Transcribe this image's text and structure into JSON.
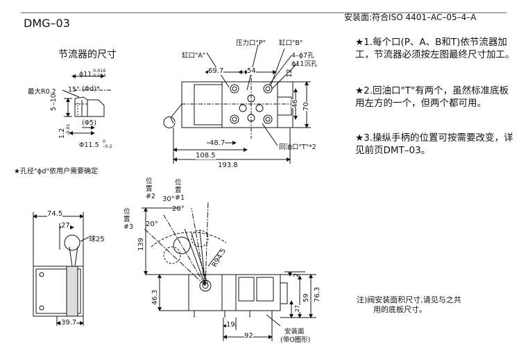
{
  "header": {
    "model": "DMG–03",
    "mounting": "安装面:符合ISO 4401–AC–05–4–A"
  },
  "orifice_detail": {
    "title": "节流器的尺寸",
    "phi11": "ϕ11",
    "phi11_tol_upper": "0.016",
    "phi11_tol_lower": "0.034",
    "max_radius": "最大R0.2",
    "angle": "15°",
    "phi_d": "(Φd)*",
    "phi5": "(Φ5)",
    "dim_5": "5",
    "dim_10": "–10",
    "dim_1_2": "1.2",
    "dim_1_2_tol": "–0.01",
    "phi11_5": "Φ11.5",
    "phi11_5_tol_upper": "0",
    "phi11_5_tol_lower": "–0.2",
    "note": "★孔径\"ϕd\"依用户需要确定"
  },
  "top_view": {
    "port_p": "压力口\"P\"",
    "port_b": "缸口\"B\"",
    "port_a": "缸口\"A\"",
    "holes": "4–ϕ7孔",
    "counterbore": "ϕ11沉孔",
    "dim_69_7": "69.7",
    "dim_54": "54",
    "dim_12": "12",
    "dim_46": "46",
    "dim_70": "70",
    "dim_48_7": "48.7",
    "dim_108_5": "108.5",
    "dim_193_8": "193.8",
    "port_t": "回油口\"T\"*2"
  },
  "side_view": {
    "dim_74_5": "74.5",
    "dim_27": "27",
    "ball": "球25",
    "dim_39_7": "39.7"
  },
  "front_view": {
    "pos1": [
      "位",
      "置",
      "#1"
    ],
    "pos2": [
      "位",
      "置",
      "#2"
    ],
    "pos3": [
      "位",
      "置",
      "#3"
    ],
    "angle_30": "30°",
    "angle_20a": "20°",
    "angle_20b": "20°",
    "radius": "R94.5",
    "dim_139": "139",
    "dim_46_3": "46.3",
    "dim_2": "2",
    "dim_59": "59",
    "dim_76_3": "76.3",
    "dim_27": "27",
    "dim_19": "19",
    "dim_92": "92",
    "mount_surface": "安装面",
    "oring": "(带O圈形)"
  },
  "notes": [
    "★1.每个口(P、A、B和T)依节流器加工，节流器必须按左图最终尺寸加工。",
    "★2.回油口\"T\"有两个，虽然标准底板用左方的一个，但两个都可用。",
    "★3.操纵手柄的位置可按需要改变，详见前页DMT–03。"
  ],
  "footnote": [
    "注)阀安装面积尺寸,请见与之共",
    "用的底板尺寸。"
  ]
}
